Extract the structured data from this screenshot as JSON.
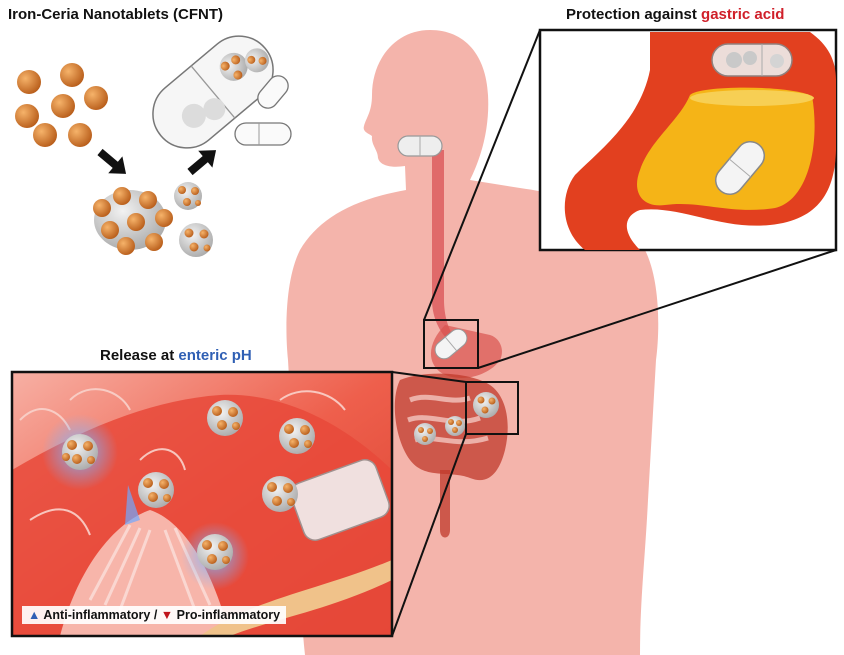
{
  "title_left": "Iron-Ceria Nanotablets (CFNT)",
  "stomach_title": {
    "prefix": "Protection against ",
    "highlight": "gastric acid",
    "highlight_color": "#d0202a"
  },
  "release_title": {
    "prefix": "Release at ",
    "highlight": "enteric pH",
    "highlight_color": "#2f5fb4"
  },
  "legend": {
    "anti_marker": "▲",
    "anti": "Anti-inflammatory",
    "sep": " / ",
    "pro_marker": "▼",
    "pro": "Pro-inflammatory",
    "anti_color": "#2f5fb4",
    "pro_color": "#c0141c"
  },
  "colors": {
    "body": "#f2a79c",
    "nanoparticle": "#d97a2e",
    "tablet": "#d9d9d9",
    "stomach_wall": "#e2401f",
    "gastric_acid": "#f5b417",
    "tissue": "#ef5a4a"
  }
}
